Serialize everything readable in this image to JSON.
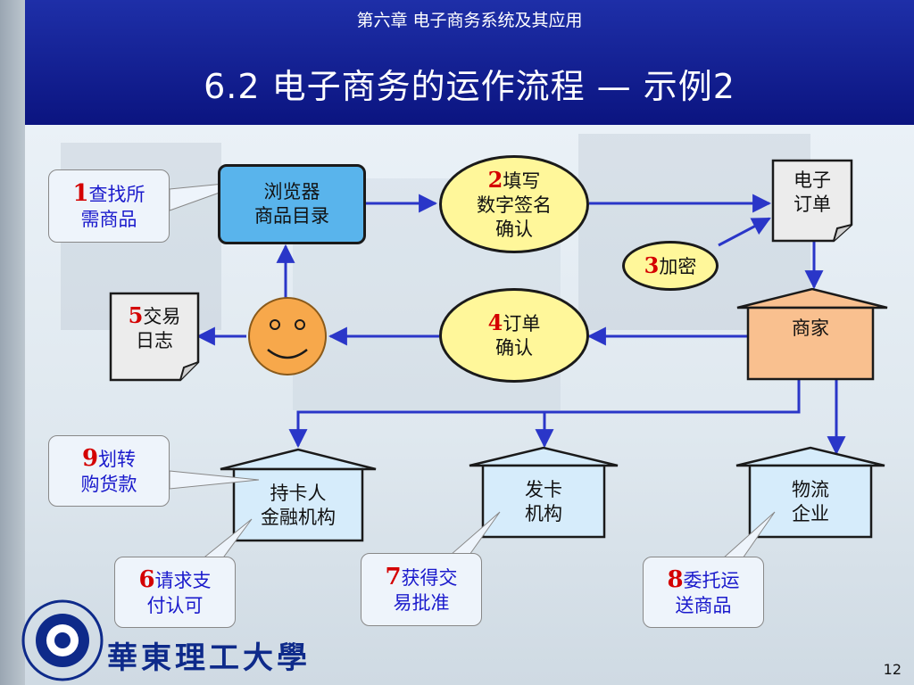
{
  "header": {
    "chapter": "第六章 电子商务系统及其应用",
    "title": "6.2 电子商务的运作流程 — 示例2"
  },
  "nodes": {
    "browser": "浏览器\n商品目录",
    "sign": {
      "num": "2",
      "text": "填写\n数字签名\n确认"
    },
    "order_doc": "电子\n订单",
    "encrypt": {
      "num": "3",
      "text": "加密"
    },
    "merchant": "商家",
    "log_doc": {
      "num": "5",
      "text": "交易\n日志"
    },
    "confirm": {
      "num": "4",
      "text": "订单\n确认"
    },
    "cardholder_bank": "持卡人\n金融机构",
    "issuer": "发卡\n机构",
    "logistics": "物流\n企业"
  },
  "callouts": {
    "find": {
      "num": "1",
      "text": "查找所\n需商品"
    },
    "transfer": {
      "num": "9",
      "text": "划转\n购货款"
    },
    "pay": {
      "num": "6",
      "text": "请求支\n付认可"
    },
    "approve": {
      "num": "7",
      "text": "获得交\n易批准"
    },
    "deliver": {
      "num": "8",
      "text": "委托运\n送商品"
    }
  },
  "footer": {
    "page": "12",
    "school": "華東理工大學"
  },
  "colors": {
    "header_bg": "#0b1480",
    "arrow": "#2a36c8",
    "browser_fill": "#59b4ec",
    "ellipse_fill": "#fff79a",
    "merchant_fill": "#f9c08f",
    "institution_fill": "#d6ecfb",
    "number": "#d40000",
    "callout_text": "#1a1acc"
  },
  "icons": {
    "smiley": "smiley-face-icon",
    "logo": "ecust-logo-icon"
  }
}
